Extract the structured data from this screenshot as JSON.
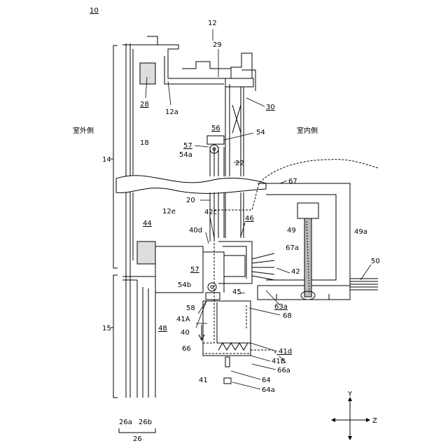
{
  "figure_number": "10",
  "labels": {
    "l12": "12",
    "l29": "29",
    "l28": "28",
    "l12a": "12a",
    "l30": "30",
    "l56": "56",
    "l54": "54",
    "l57a": "57",
    "l54a": "54a",
    "l18": "18",
    "l14": "14",
    "l22": "22",
    "l67": "67",
    "l20": "20",
    "l12e": "12e",
    "l42c": "42c",
    "l44": "44",
    "l46": "46",
    "l40d": "40d",
    "l49": "49",
    "l49a": "49a",
    "l67a": "67a",
    "l42": "42",
    "l50": "50",
    "l57b": "57",
    "l54b": "54b",
    "l45": "45",
    "l63a": "63a",
    "l58": "58",
    "l68": "68",
    "l48": "48",
    "l40": "40",
    "l41A": "41A",
    "l15": "15",
    "l66": "66",
    "l41d": "41d",
    "l41B": "41B",
    "l66a": "66a",
    "l41": "41",
    "l64": "64",
    "l64a": "64a",
    "l26a": "26a",
    "l26b": "26b",
    "l26": "26",
    "axisY": "Y",
    "axisZ": "Z"
  },
  "outdoor_label": "室外側",
  "indoor_label": "室内側"
}
